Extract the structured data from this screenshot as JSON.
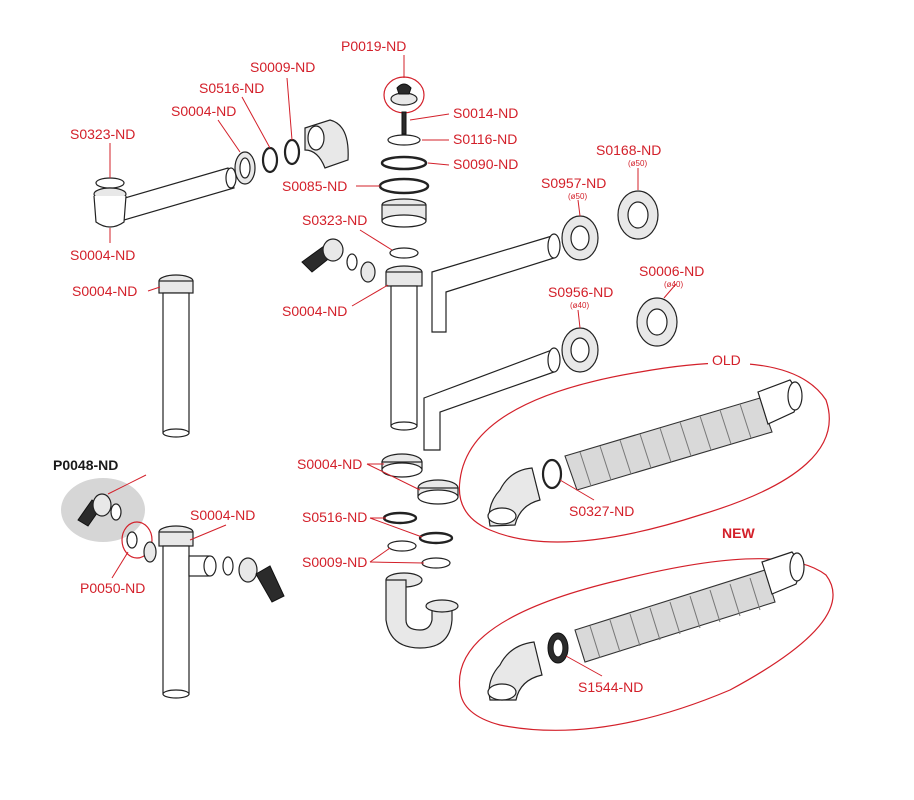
{
  "labels": {
    "p0019": "P0019-ND",
    "s0009_top": "S0009-ND",
    "s0516_top": "S0516-ND",
    "s0004_top": "S0004-ND",
    "s0323_left": "S0323-ND",
    "s0004_left1": "S0004-ND",
    "s0004_left2": "S0004-ND",
    "s0014": "S0014-ND",
    "s0116": "S0116-ND",
    "s0090": "S0090-ND",
    "s0085": "S0085-ND",
    "s0323_mid": "S0323-ND",
    "s0004_mid": "S0004-ND",
    "s0168": "S0168-ND",
    "s0168_size": "(ø50)",
    "s0957": "S0957-ND",
    "s0957_size": "(ø50)",
    "s0006": "S0006-ND",
    "s0006_size": "(ø40)",
    "s0956": "S0956-ND",
    "s0956_size": "(ø40)",
    "p0048": "P0048-ND",
    "p0050": "P0050-ND",
    "s0004_low": "S0004-ND",
    "s0004_siphon": "S0004-ND",
    "s0516_siphon": "S0516-ND",
    "s0009_siphon": "S0009-ND",
    "s0327": "S0327-ND",
    "s1544": "S1544-ND"
  },
  "groups": {
    "old": "OLD",
    "new": "NEW"
  },
  "colors": {
    "label": "#d3202a",
    "outline": "#222222",
    "highlight_bg": "#d6d6d6"
  }
}
